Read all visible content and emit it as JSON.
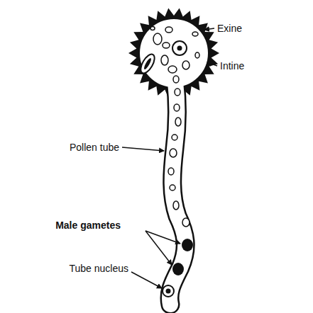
{
  "diagram": {
    "labels": [
      "Exine",
      "Intine",
      "Pollen tube",
      "Male gametes",
      "Tube nucleus"
    ]
  }
}
